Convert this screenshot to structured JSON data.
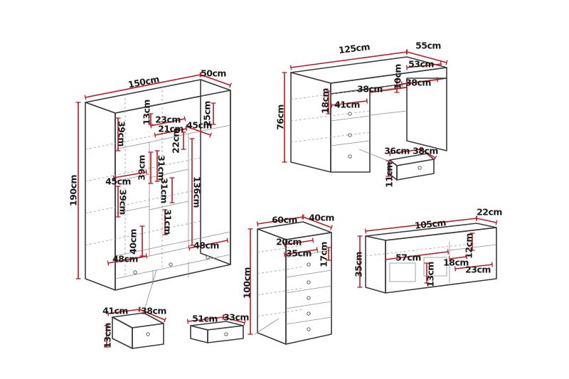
{
  "units": "cm",
  "wardrobe": {
    "dims": [
      "150cm",
      "50cm",
      "190cm",
      "13cm",
      "23cm",
      "25cm",
      "21cm",
      "45cm",
      "22cm",
      "39cm",
      "39cm",
      "31cm",
      "45cm",
      "39cm",
      "136cm",
      "31cm",
      "31cm",
      "40cm",
      "48cm",
      "48cm"
    ]
  },
  "desk": {
    "dims": [
      "125cm",
      "55cm",
      "53cm",
      "10cm",
      "38cm",
      "38cm",
      "76cm",
      "18cm",
      "41cm",
      "36cm",
      "38cm",
      "11cm"
    ]
  },
  "dresser": {
    "dims": [
      "60cm",
      "40cm",
      "20cm",
      "35cm",
      "17cm",
      "100cm"
    ]
  },
  "tv_unit": {
    "dims": [
      "105cm",
      "22cm",
      "12cm",
      "57cm",
      "18cm",
      "35cm",
      "13cm",
      "23cm"
    ]
  },
  "drawer_details": {
    "wardrobe_drawer": [
      "41cm",
      "38cm",
      "13cm"
    ],
    "bed_drawer": [
      "51cm",
      "33cm"
    ]
  }
}
